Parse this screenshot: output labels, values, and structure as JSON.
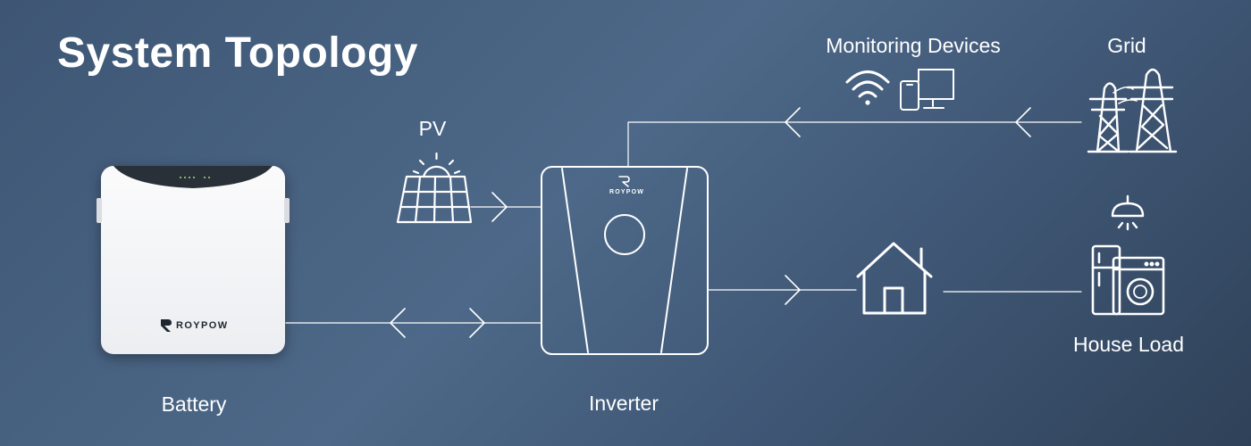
{
  "title": "System Topology",
  "nodes": {
    "battery": "Battery",
    "pv": "PV",
    "inverter": "Inverter",
    "monitoring": "Monitoring Devices",
    "grid": "Grid",
    "house_load": "House Load"
  },
  "brand": "ROYPOW",
  "colors": {
    "line": "#ffffff",
    "battery_body": "#f4f5f7",
    "battery_visor": "#2a3038",
    "led": "#9fe07a"
  },
  "icons": [
    "solar-panel-icon",
    "wifi-icon",
    "phone-icon",
    "monitor-icon",
    "transmission-tower-icon",
    "house-icon",
    "ceiling-lamp-icon",
    "refrigerator-icon",
    "washing-machine-icon"
  ]
}
